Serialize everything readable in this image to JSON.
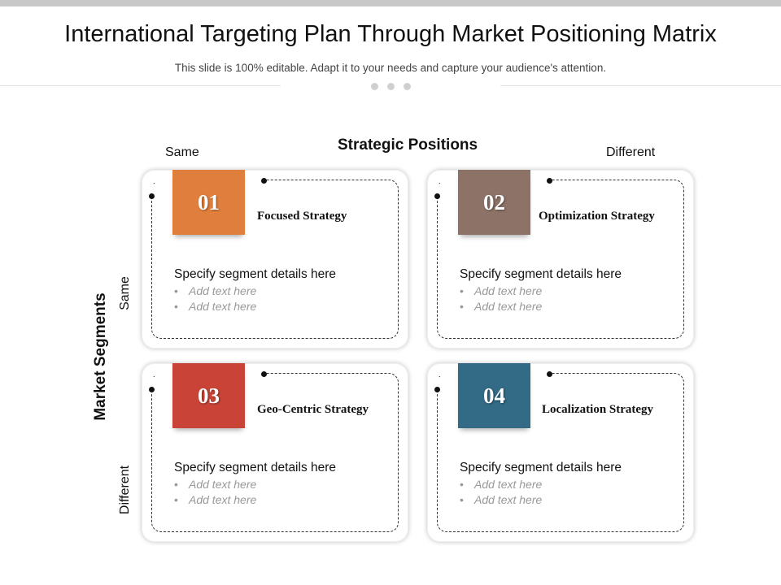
{
  "slide": {
    "title": "International Targeting Plan Through Market Positioning Matrix",
    "subtitle": "This slide is 100% editable. Adapt it to your needs and capture your audience's attention."
  },
  "axes": {
    "top_title": "Strategic Positions",
    "top_left": "Same",
    "top_right": "Different",
    "side_title": "Market Segments",
    "side_top": "Same",
    "side_bottom": "Different"
  },
  "cards": [
    {
      "number": "01",
      "strategy": "Focused Strategy",
      "segment": "Specify segment details here",
      "bullets": [
        "Add text here",
        "Add text here"
      ],
      "color": "#E07F3D"
    },
    {
      "number": "02",
      "strategy": "Optimization Strategy",
      "segment": "Specify segment details here",
      "bullets": [
        "Add text here",
        "Add text here"
      ],
      "color": "#8C7267"
    },
    {
      "number": "03",
      "strategy": "Geo-Centric Strategy",
      "segment": "Specify segment details here",
      "bullets": [
        "Add text here",
        "Add text here"
      ],
      "color": "#C94436"
    },
    {
      "number": "04",
      "strategy": "Localization Strategy",
      "segment": "Specify segment details here",
      "bullets": [
        "Add text here",
        "Add text here"
      ],
      "color": "#336A85"
    }
  ]
}
